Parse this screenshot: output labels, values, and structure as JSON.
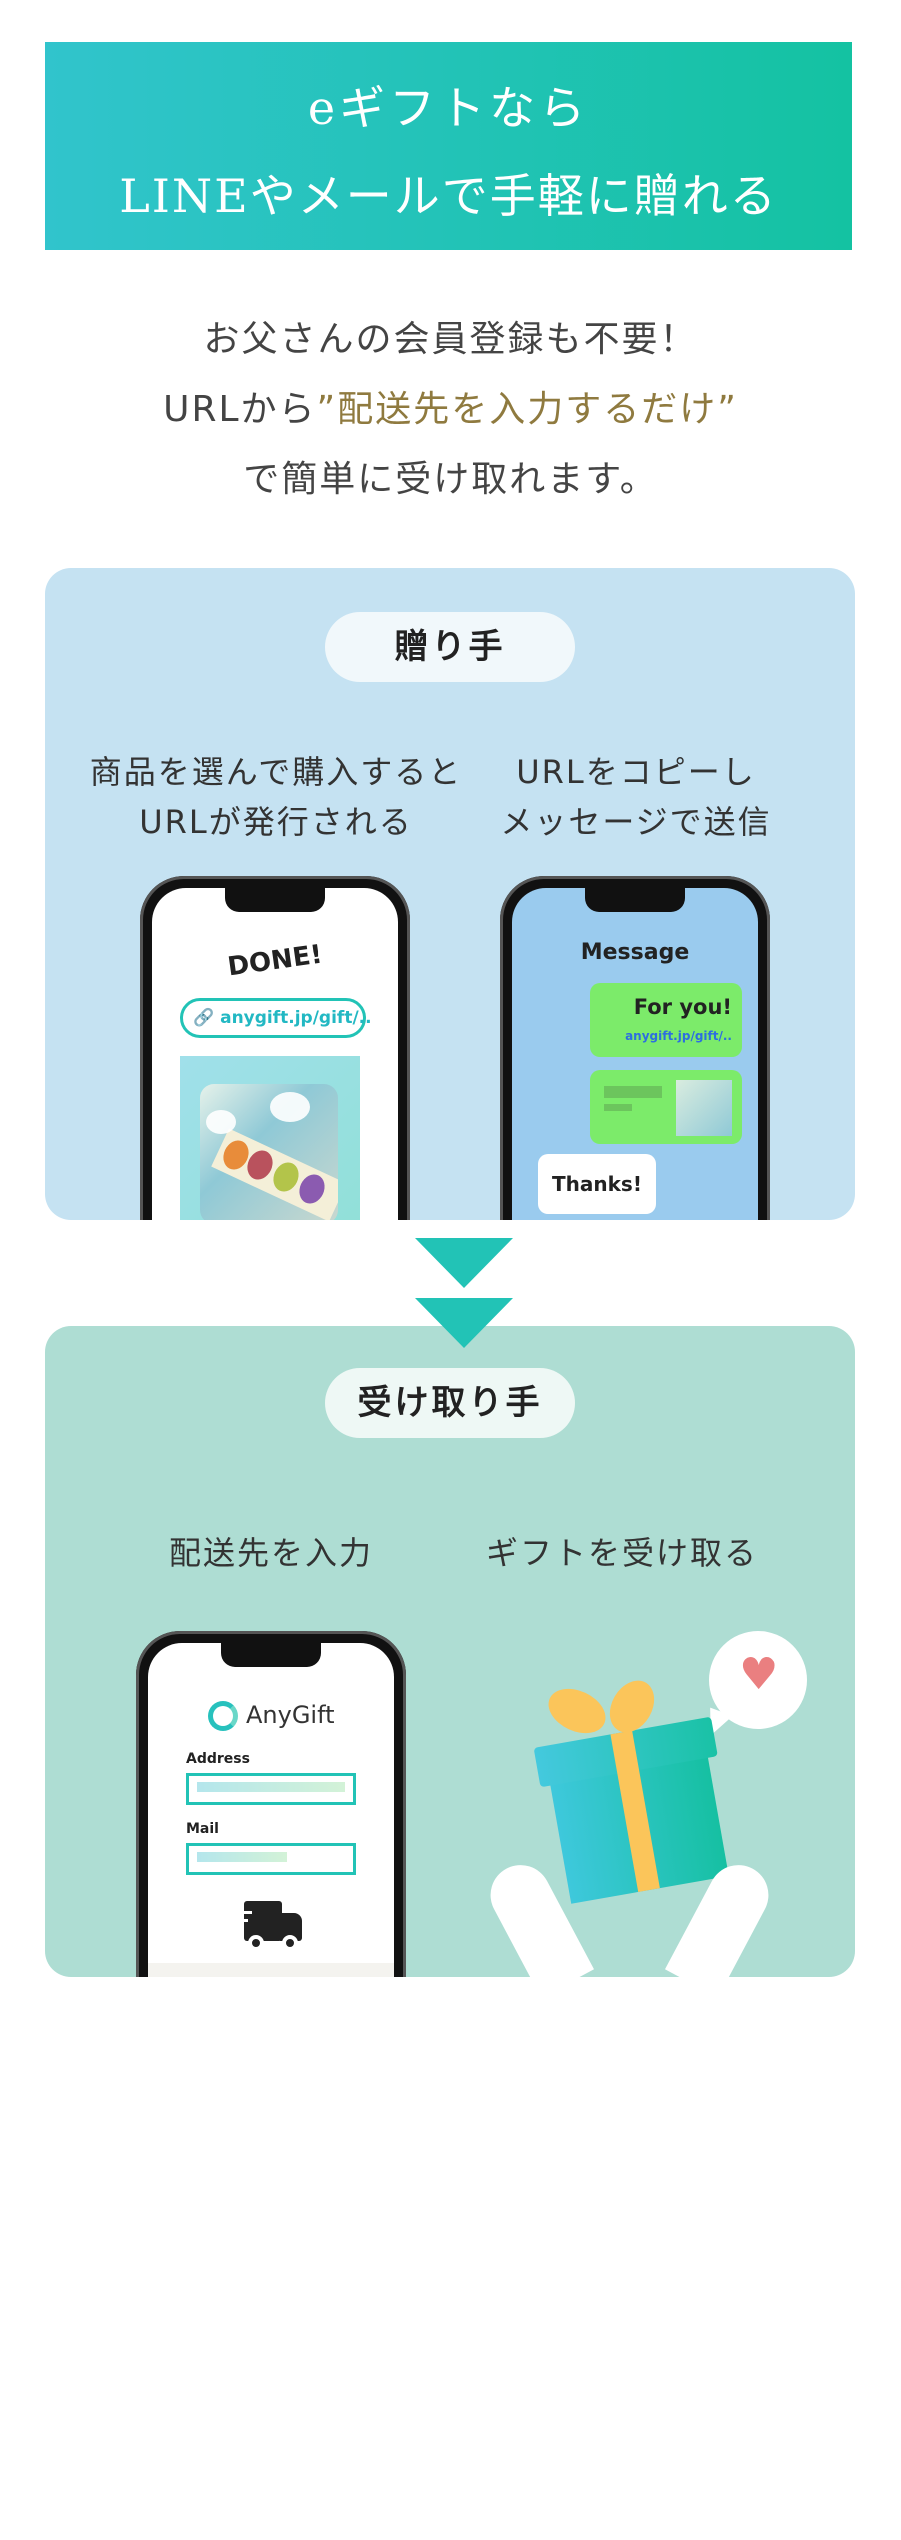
{
  "hero": {
    "line1": "eギフトなら",
    "line2": "LINEやメールで手軽に贈れる"
  },
  "intro": {
    "line1": "お父さんの会員登録も不要！",
    "line2_pre": "URLから",
    "line2_highlight": "”配送先を入力するだけ”",
    "line3": "で簡単に受け取れます。"
  },
  "sender": {
    "title": "贈り手",
    "step1": [
      "商品を選んで購入すると",
      "URLが発行される"
    ],
    "step2": [
      "URLをコピーし",
      "メッセージで送信"
    ],
    "phone1": {
      "done": "DONE!",
      "url": "anygift.jp/gift/.."
    },
    "phone2": {
      "title": "Message",
      "msg1": "For you!",
      "msg1_link": "anygift.jp/gift/..",
      "reply": "Thanks!"
    }
  },
  "receiver": {
    "title": "受け取り手",
    "step1": "配送先を入力",
    "step2": "ギフトを受け取る",
    "phone": {
      "brand": "AnyGift",
      "address_label": "Address",
      "mail_label": "Mail"
    }
  },
  "colors": {
    "accent": "#22c3b6",
    "gold": "#8f7a3f",
    "sender_bg": "#c5e2f2",
    "receiver_bg": "#aeddd3"
  }
}
